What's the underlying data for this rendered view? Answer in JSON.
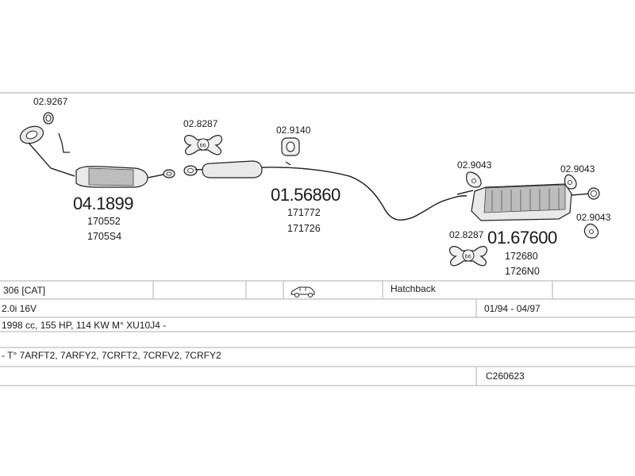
{
  "parts": {
    "gasket_front": "02.9267",
    "catalyst": {
      "main": "04.1899",
      "ref1": "170552",
      "ref2": "1705S4"
    },
    "mount_1": "02.8287",
    "mount_2": "02.9140",
    "middle_silencer": {
      "main": "01.56860",
      "ref1": "171772",
      "ref2": "171726"
    },
    "mount_3": "02.9043",
    "mount_4": "02.9043",
    "mount_5": "02.9043",
    "mount_6": "02.8287",
    "rear_silencer": {
      "main": "01.67600",
      "ref1": "172680",
      "ref2": "1726N0"
    },
    "mount_badge": "66"
  },
  "vehicle": {
    "model": "306  [CAT]",
    "body_type": "Hatchback",
    "engine": "2.0i 16V",
    "period": "01/94 - 04/97",
    "specs": "1998 cc, 155 HP, 114 KW M° XU10J4 -",
    "types": "- T° 7ARFT2, 7ARFY2, 7CRFT2, 7CRFV2, 7CRFY2",
    "code": "C260623"
  }
}
